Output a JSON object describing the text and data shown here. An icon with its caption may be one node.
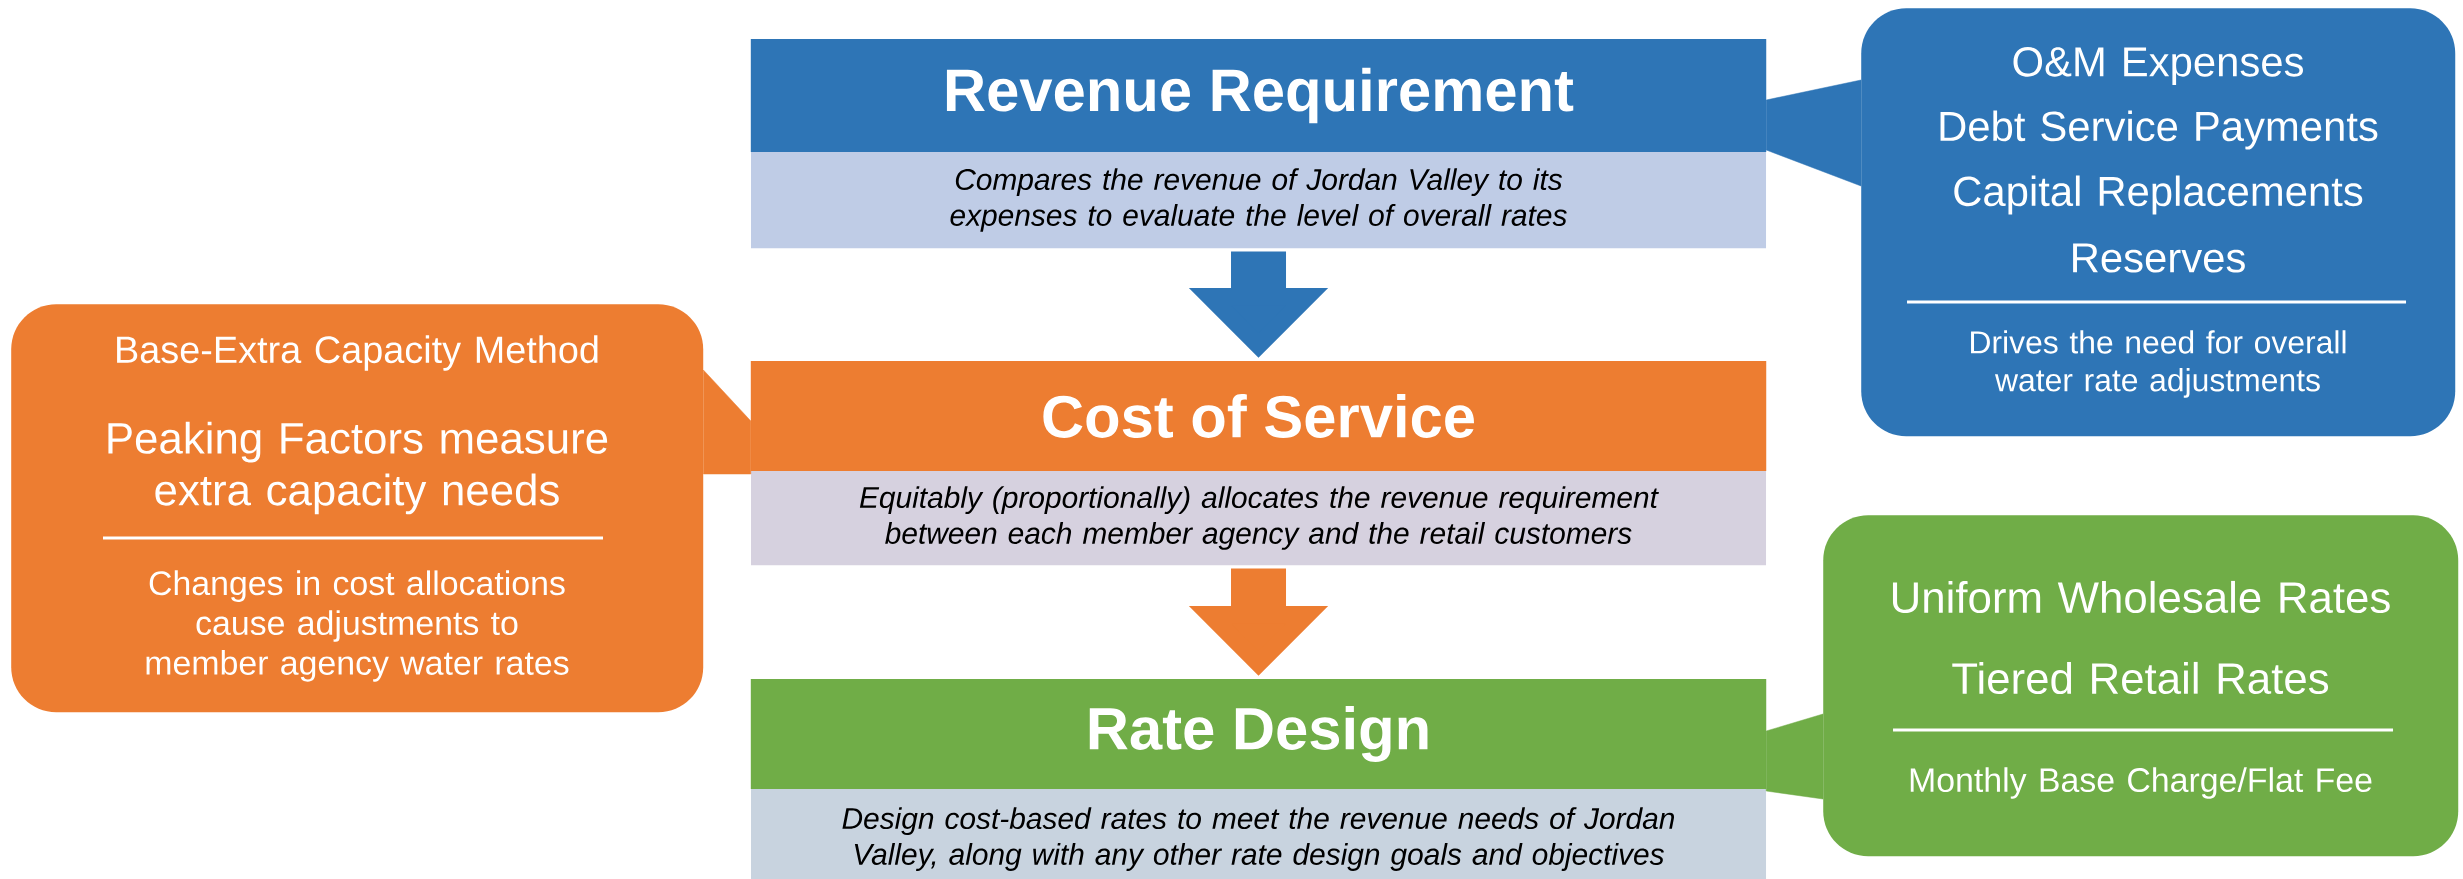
{
  "diagram": {
    "nodes": [
      {
        "text": [
          "Revenue Requirement",
          "Compares the revenue of Jordan Valley to its expenses to evaluate the level of overall rates"
        ]
      },
      {
        "text": [
          "Cost of Service",
          "Equitably (proportionally) allocates the revenue requirement between each member agency and the retail customers"
        ]
      },
      {
        "text": [
          "Rate Design",
          "Design cost-based rates to meet the revenue needs of Jordan Valley, along with any other rate design goals and objectives"
        ]
      },
      {
        "text": [
          "O&M Expenses",
          "Debt Service Payments",
          "Capital Replacements",
          "Reserves",
          "Drives the need for overall water rate adjustments"
        ]
      },
      {
        "text": [
          "Base-Extra Capacity Method",
          "Peaking Factors measure extra capacity needs",
          "Changes in cost allocations cause adjustments to member agency water rates"
        ]
      },
      {
        "text": [
          "Uniform Wholesale Rates",
          "Tiered Retail Rates",
          "Monthly Base Charge/Flat Fee"
        ]
      }
    ],
    "edges": [
      {
        "from": 0,
        "to": 1,
        "arrow": "to",
        "color": "#2e75b6"
      },
      {
        "from": 1,
        "to": 2,
        "arrow": "to",
        "color": "#ed7d31"
      },
      {
        "from": 3,
        "to": 0,
        "arrow": "none",
        "color": "#2e75b6"
      },
      {
        "from": 4,
        "to": 1,
        "arrow": "none",
        "color": "#ed7d31"
      },
      {
        "from": 5,
        "to": 2,
        "arrow": "none",
        "color": "#70ad47"
      }
    ]
  }
}
